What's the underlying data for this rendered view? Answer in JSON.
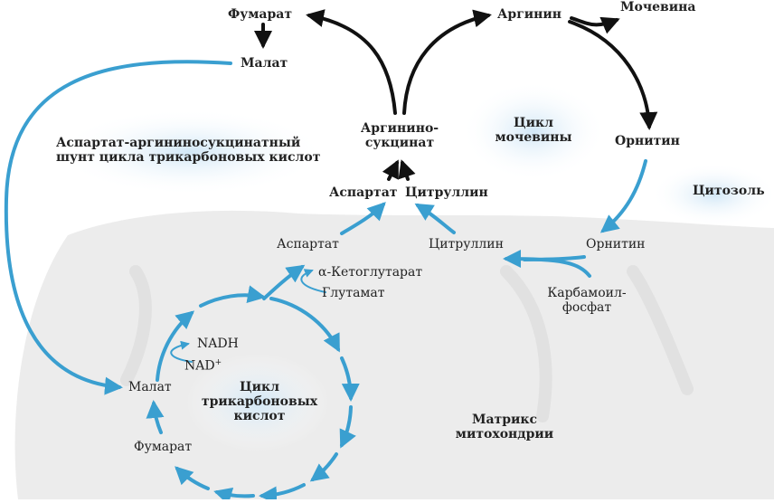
{
  "labels": {
    "fumarate_top": "Фумарат",
    "malate_top": "Малат",
    "arginine": "Аргинин",
    "urea": "Мочевина",
    "ornithine_cyto": "Орнитин",
    "argininosuccinate_line1": "Аргинино-",
    "argininosuccinate_line2": "сукцинат",
    "urea_cycle_line1": "Цикл",
    "urea_cycle_line2": "мочевины",
    "aspartate_cyto": "Аспартат",
    "citrulline_cyto": "Цитруллин",
    "cytosol": "Цитозоль",
    "shunt_line1": "Аспартат-аргининосукцинатный",
    "shunt_line2": "шунт цикла трикарбоновых кислот",
    "aspartate_mito": "Аспартат",
    "citrulline_mito": "Цитруллин",
    "ornithine_mito": "Орнитин",
    "alpha_kg": "α-Кетоглутарат",
    "glutamate": "Глутамат",
    "carbamoyl_line1": "Карбамоил-",
    "carbamoyl_line2": "фосфат",
    "nadh": "NADH",
    "nad": "NAD",
    "nad_sup": "+",
    "malate_mito": "Малат",
    "fumarate_mito": "Фумарат",
    "tca_line1": "Цикл",
    "tca_line2": "трикарбоновых",
    "tca_line3": "кислот",
    "matrix_line1": "Матрикс",
    "matrix_line2": "митохондрии"
  },
  "colors": {
    "blue": "#3a9fd0",
    "black": "#111111",
    "mito_fill": "#ebebeb",
    "highlight": "#d6ebf8"
  }
}
